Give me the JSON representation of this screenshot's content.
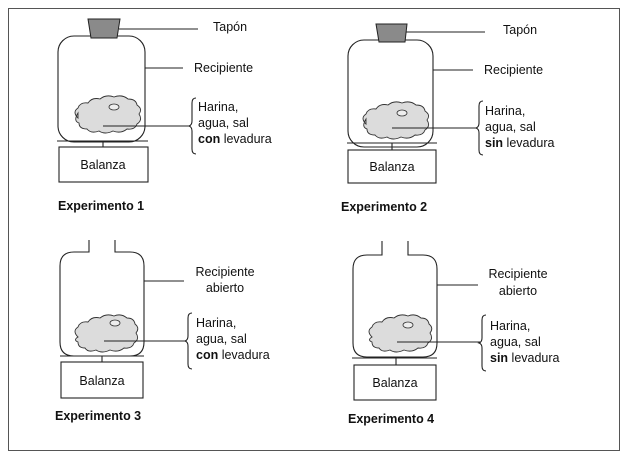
{
  "figure": {
    "experiments": [
      {
        "id": 1,
        "title": "Experimento 1",
        "container": "Recipiente",
        "closed": true,
        "stopper_label": "Tapón",
        "contents": [
          "Harina,",
          "agua, sal"
        ],
        "yeast_keyword": "con",
        "yeast_rest": " levadura",
        "balance_label": "Balanza"
      },
      {
        "id": 2,
        "title": "Experimento 2",
        "container": "Recipiente",
        "closed": true,
        "stopper_label": "Tapón",
        "contents": [
          "Harina,",
          "agua, sal"
        ],
        "yeast_keyword": "sin",
        "yeast_rest": " levadura",
        "balance_label": "Balanza"
      },
      {
        "id": 3,
        "title": "Experimento 3",
        "container": [
          "Recipiente",
          "abierto"
        ],
        "closed": false,
        "contents": [
          "Harina,",
          "agua, sal"
        ],
        "yeast_keyword": "con",
        "yeast_rest": " levadura",
        "balance_label": "Balanza"
      },
      {
        "id": 4,
        "title": "Experimento 4",
        "container": [
          "Recipiente",
          "abierto"
        ],
        "closed": false,
        "contents": [
          "Harina,",
          "agua, sal"
        ],
        "yeast_keyword": "sin",
        "yeast_rest": " levadura",
        "balance_label": "Balanza"
      }
    ],
    "colors": {
      "stopper": "#8a8a8a",
      "dough": "#dcdcdc",
      "line": "#222222",
      "frame": "#555555"
    }
  }
}
